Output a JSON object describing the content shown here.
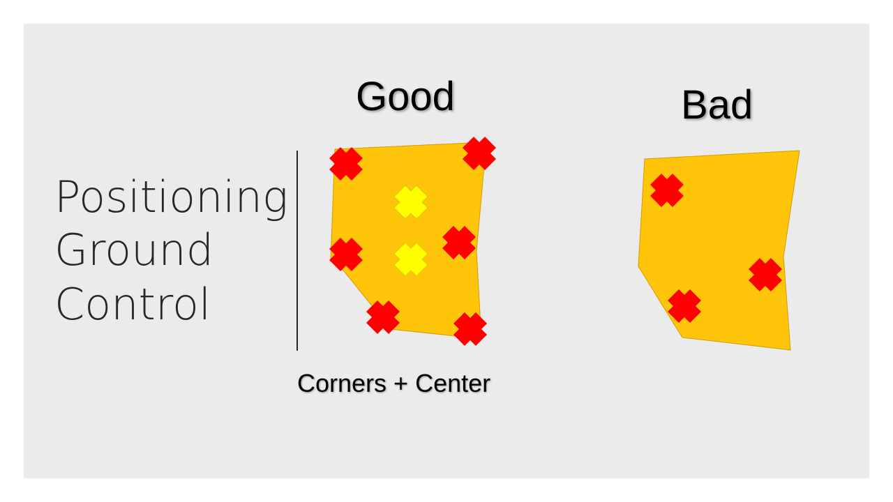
{
  "title_lines": [
    "Positioning",
    "Ground",
    "Control"
  ],
  "good_label": "Good",
  "bad_label": "Bad",
  "caption": "Corners + Center",
  "colors": {
    "background": "#ebebeb",
    "area_fill": "#ffc50a",
    "area_stroke": "#d69a00",
    "gcp_marker": "#ff0000",
    "center_marker": "#ffff00"
  },
  "icons": {
    "gcp_marker": "x-cross-icon",
    "center_marker": "x-cross-icon"
  },
  "good_example": {
    "corner_marker_count": 6,
    "center_marker_count": 2
  },
  "bad_example": {
    "marker_count": 3
  }
}
